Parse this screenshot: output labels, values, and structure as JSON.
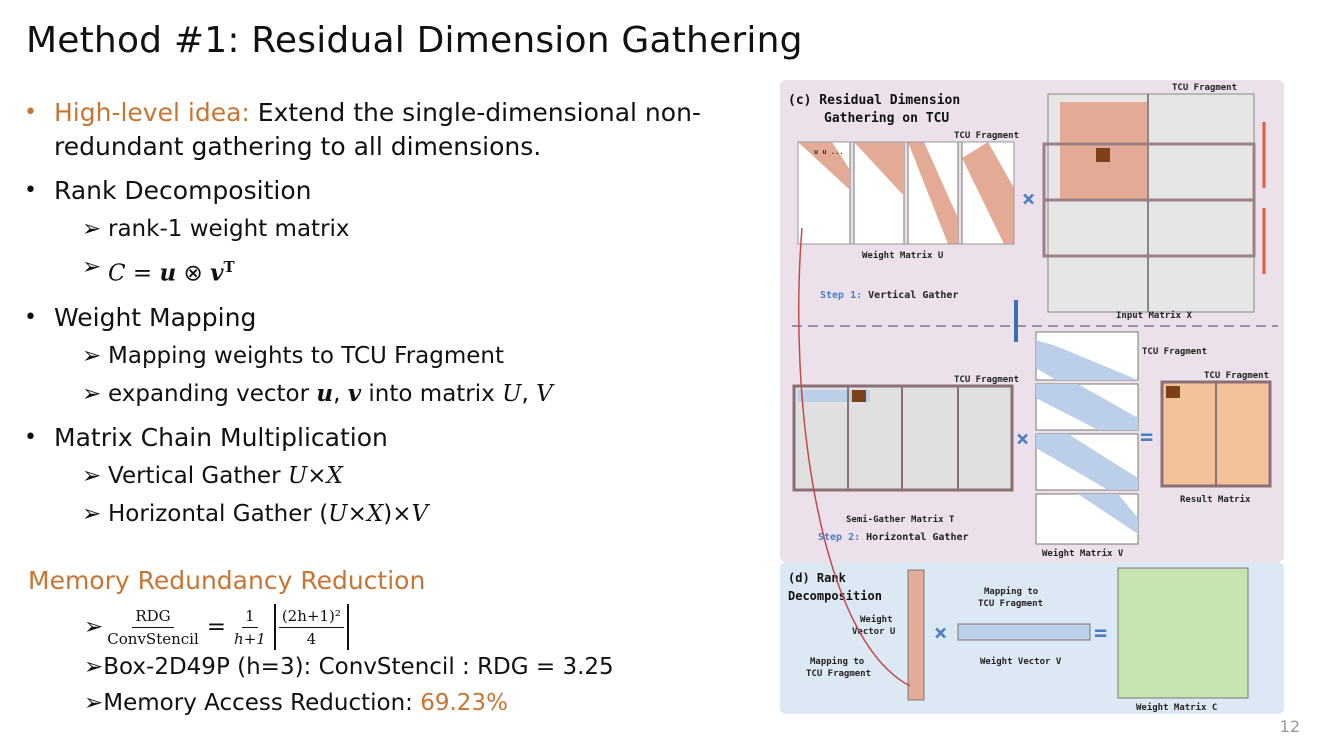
{
  "title": "Method #1: Residual Dimension Gathering",
  "bullets": {
    "idea_label": "High-level idea:",
    "idea_text": " Extend the single-dimensional non-redundant gathering to all dimensions.",
    "rank": "Rank Decomposition",
    "rank_sub1": "rank-1 weight matrix",
    "weight": "Weight Mapping",
    "weight_sub1": "Mapping weights to TCU Fragment",
    "weight_sub2_a": "expanding vector ",
    "weight_sub2_b": " into matrix ",
    "chain": "Matrix Chain Multiplication",
    "chain_sub1": "Vertical Gather ",
    "chain_sub2": "Horizontal Gather "
  },
  "memory": {
    "heading": "Memory Redundancy Reduction",
    "frac1_num": "RDG",
    "frac1_den": "ConvStencil",
    "frac2_num": "1",
    "frac2_den": "h+1",
    "frac3_num": "(2h+1)²",
    "frac3_den": "4",
    "box_line": "Box-2D49P (h=3): ConvStencil : RDG = 3.25",
    "access_label": "Memory Access Reduction: ",
    "access_value": "69.23%"
  },
  "diagram": {
    "c_title1": "(c) Residual Dimension",
    "c_title2": "Gathering on TCU",
    "tcu_fragment": "TCU Fragment",
    "weight_u_caption": "Weight Matrix U",
    "input_x_caption": "Input Matrix X",
    "step1_label": "Step 1:",
    "step1_text": "Vertical Gather",
    "step2_label": "Step 2:",
    "step2_text": "Horizontal Gather",
    "semi_caption": "Semi-Gather Matrix T",
    "weight_v_caption": "Weight Matrix V",
    "result_caption": "Result Matrix",
    "d_title1": "(d)  Rank",
    "d_title2": "Decomposition",
    "weight_vector_u1": "Weight",
    "weight_vector_u2": "Vector U",
    "weight_vector_v": "Weight Vector V",
    "mapping1": "Mapping to",
    "mapping2": "TCU Fragment",
    "weight_c_caption": "Weight Matrix C"
  },
  "colors": {
    "accent": "#c87533",
    "panel_c": "#ece0ea",
    "panel_d": "#dde8f5",
    "salmon": "#e3aa96",
    "blue_cell": "#bccfe8",
    "peach": "#f3c29a",
    "green_cell": "#c6e3b0",
    "brown": "#7b4219"
  },
  "page_number": "12"
}
